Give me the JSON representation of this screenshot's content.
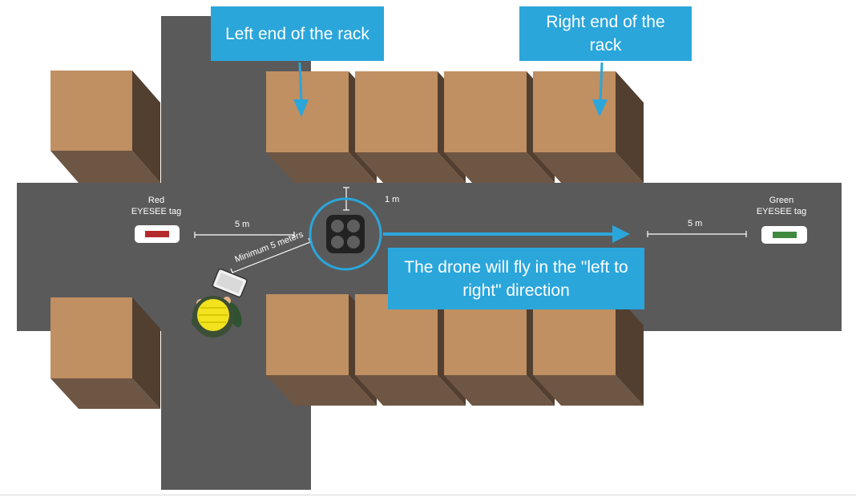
{
  "callouts": {
    "left_end": "Left end of the rack",
    "right_end": "Right end of the rack",
    "direction": "The drone will fly in the \"left to right\" direction"
  },
  "tags": {
    "red": {
      "line1": "Red",
      "line2": "EYESEE tag",
      "color": "#b52a2a"
    },
    "green": {
      "line1": "Green",
      "line2": "EYESEE tag",
      "color": "#3f8a3f"
    }
  },
  "dimensions": {
    "left_gap": "5 m",
    "right_gap": "5 m",
    "height": "1 m",
    "operator_distance": "Minimum 5 meters"
  },
  "colors": {
    "floor": "#5a5a5a",
    "box_top": "#c08f62",
    "box_side": "#523f30",
    "box_front": "#6e5644",
    "accent": "#2aa6db",
    "text": "#ffffff"
  }
}
